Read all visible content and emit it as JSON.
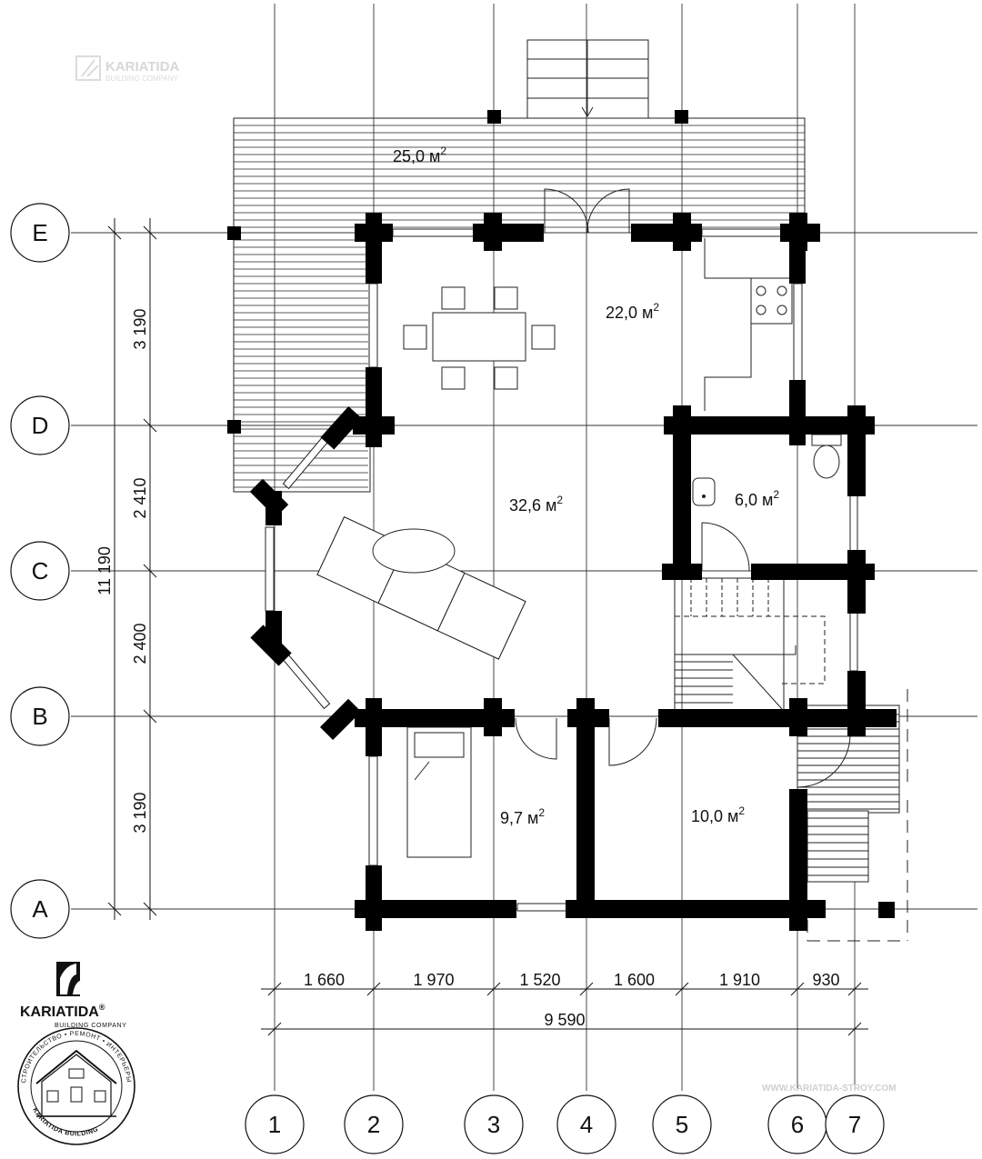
{
  "axes_columns": [
    {
      "label": "1"
    },
    {
      "label": "2"
    },
    {
      "label": "3"
    },
    {
      "label": "4"
    },
    {
      "label": "5"
    },
    {
      "label": "6"
    },
    {
      "label": "7"
    }
  ],
  "axes_rows": [
    {
      "label": "E"
    },
    {
      "label": "D"
    },
    {
      "label": "C"
    },
    {
      "label": "B"
    },
    {
      "label": "A"
    }
  ],
  "dimensions_horizontal": [
    "1 660",
    "1 970",
    "1 520",
    "1 600",
    "1 910",
    "930"
  ],
  "dimension_total_horizontal": "9 590",
  "dimensions_vertical": [
    "3 190",
    "2 410",
    "2 400",
    "3 190"
  ],
  "dimension_total_vertical": "11 190",
  "rooms": [
    {
      "area": "25,0 м",
      "sup": "2"
    },
    {
      "area": "22,0 м",
      "sup": "2"
    },
    {
      "area": "32,6 м",
      "sup": "2"
    },
    {
      "area": "6,0 м",
      "sup": "2"
    },
    {
      "area": "9,7 м",
      "sup": "2"
    },
    {
      "area": "10,0 м",
      "sup": "2"
    }
  ],
  "logo": {
    "brand": "KARIATIDA",
    "registered": "®",
    "subtitle": "BUILDING COMPANY",
    "ring_text": "СТРОИТЕЛЬСТВО • РЕМОНТ • ИНТЕРЬЕРЫ",
    "ring_bottom": "KARIATIDA BUILDING"
  },
  "watermark": {
    "brand": "KARIATIDA",
    "sub": "BUILDING COMPANY"
  },
  "website": "WWW.KARIATIDA-STROY.COM"
}
